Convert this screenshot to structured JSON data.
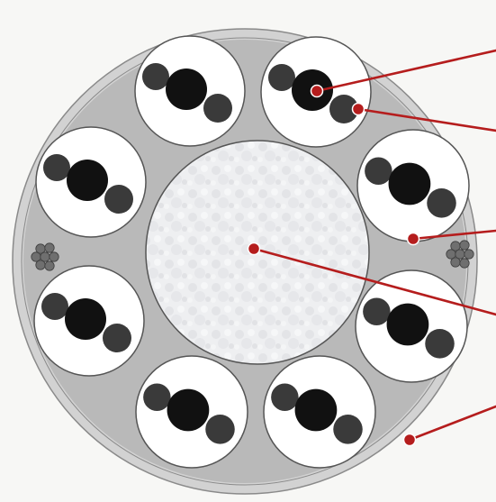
{
  "diagram": {
    "colors": {
      "page_background": "#f7f7f5",
      "outer_ring": "#d2d2d2",
      "outer_ring_outline": "#8a8a8a",
      "matrix_fill": "#b9b9b9",
      "tube_fill": "#ffffff",
      "tube_outline": "#555555",
      "core_fill": "#eeeff1",
      "conductor_large": "#111111",
      "conductor_small": "#3a3a3a",
      "filler_wire": "#6f6f6f",
      "leader_line": "#b51d1d",
      "leader_dot": "#b51d1d"
    },
    "components": [
      "outer-sheath",
      "filler-matrix",
      "central-core",
      "sub-unit-tube",
      "large-conductor",
      "small-conductor",
      "filler-wire-bundle"
    ],
    "sub_unit_count": 8,
    "filler_bundle_count": 2,
    "callout_count": 5
  }
}
